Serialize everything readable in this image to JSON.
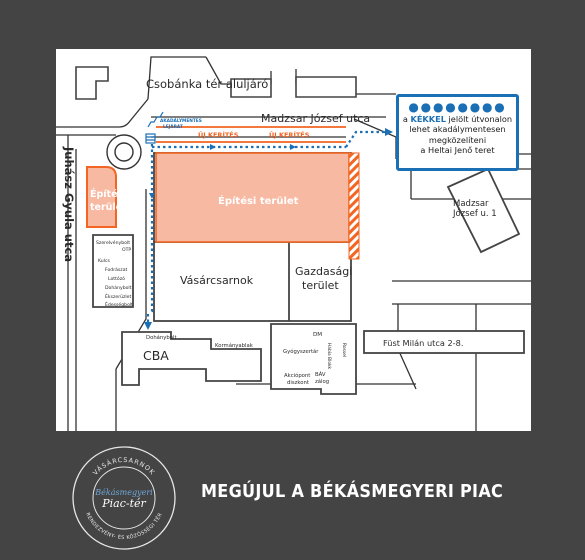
{
  "map": {
    "streets": {
      "csobanka": "Csobánka tér aluljáró",
      "madzsar": "Madzsar József utca",
      "juhasz": "Juhász Gyula utca"
    },
    "fences": [
      "ÚJ KERÍTÉS",
      "ÚJ KERÍTÉS"
    ],
    "ramp_label": [
      "AKADÁLYMENTES",
      "LEJÁRAT"
    ],
    "areas": {
      "construction_main": "Építési terület",
      "construction_small": [
        "Építési",
        "terület"
      ],
      "market_hall": "Vásárcsarnok",
      "economic": [
        "Gazdasági",
        "terület"
      ],
      "madzsar_1": [
        "Madzsar",
        "József u. 1"
      ],
      "cba": "CBA",
      "fust": "Füst Milán utca 2-8."
    },
    "shops_left": [
      "Szerelvénybolt",
      "OTP",
      "Kulcs",
      "Fodrászat",
      "Lottózó",
      "Dohánybolt",
      "Ékszerüzlet",
      "Édességbolt"
    ],
    "shops_cba": [
      "Dohánybolt",
      "Kormányablak"
    ],
    "shops_right": {
      "dm": "DM",
      "gyogyszertar": "Gyógyszertár",
      "vertical1": "Hábia Blokk",
      "vertical2": "Rossel",
      "akciopont": [
        "Akciópont",
        "diszkont"
      ],
      "bav": [
        "BÁV",
        "zálog"
      ]
    }
  },
  "info": {
    "dots": "●●●●●●●●",
    "line1_prefix": "a ",
    "line1_highlight": "KÉKKEL",
    "line1_suffix": " jelölt útvonalon",
    "line2": "lehet akadálymentesen",
    "line3": "megközelíteni",
    "line4": "a Heltai Jenő teret"
  },
  "logo": {
    "top_text": "VÁSÁRCSARNOK",
    "script1": "Békásmegyeri",
    "script2": "Piac-tér",
    "bottom_text": "RENDEZVÉNY- ÉS KÖZÖSSÉGI TÉR"
  },
  "title": "MEGÚJUL A BÉKÁSMEGYERI PIAC",
  "colors": {
    "background": "#444444",
    "construction_fill": "#f8b9a2",
    "construction_stroke": "#f26522",
    "route": "#1a6fb5",
    "buildings": "#444444"
  }
}
